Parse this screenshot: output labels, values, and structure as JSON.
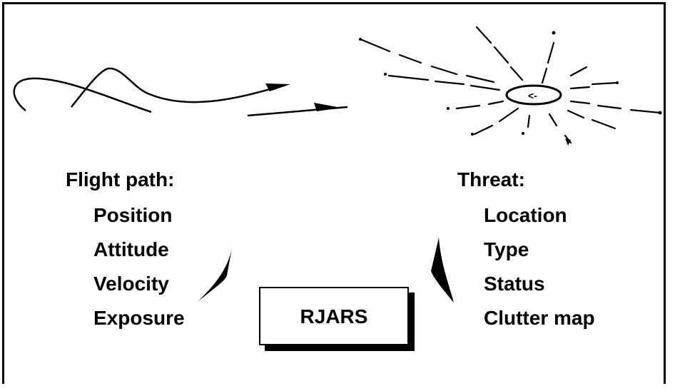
{
  "flight_path": {
    "heading": "Flight path:",
    "items": [
      "Position",
      "Attitude",
      "Velocity",
      "Exposure"
    ]
  },
  "threat": {
    "heading": "Threat:",
    "items": [
      "Location",
      "Type",
      "Status",
      "Clutter map"
    ]
  },
  "center_box": {
    "label": "RJARS"
  },
  "threat_marker": {
    "label": "<-"
  },
  "colors": {
    "ink": "#000000",
    "background": "#ffffff"
  }
}
